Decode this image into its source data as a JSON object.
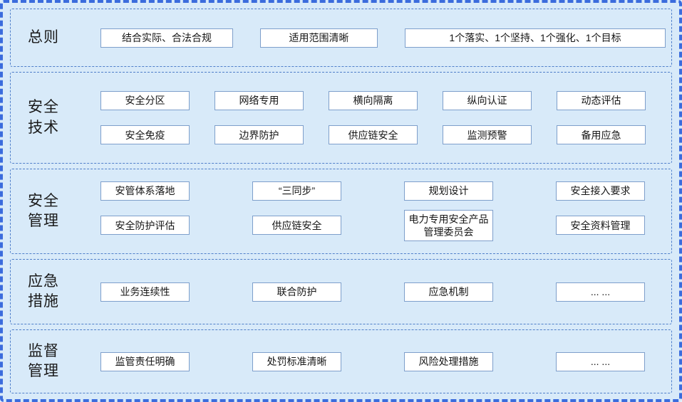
{
  "colors": {
    "panel_background": "#d8eaf9",
    "outer_border": "#3b6cdd",
    "section_border": "#4f7fca",
    "box_border": "#7e9fcb",
    "box_background": "#ffffff",
    "text": "#161616"
  },
  "sections": [
    {
      "id": "general",
      "label_lines": [
        "总则"
      ],
      "rows": [
        [
          "结合实际、合法合规",
          "适用范围清晰",
          "1个落实、1个坚持、1个强化、1个目标"
        ]
      ]
    },
    {
      "id": "security-technology",
      "label_lines": [
        "安全",
        "技术"
      ],
      "rows": [
        [
          "安全分区",
          "网络专用",
          "横向隔离",
          "纵向认证",
          "动态评估"
        ],
        [
          "安全免疫",
          "边界防护",
          "供应链安全",
          "监测预警",
          "备用应急"
        ]
      ]
    },
    {
      "id": "security-management",
      "label_lines": [
        "安全",
        "管理"
      ],
      "rows": [
        [
          "安管体系落地",
          "“三同步”",
          "规划设计",
          "安全接入要求"
        ],
        [
          "安全防护评估",
          "供应链安全",
          "电力专用安全产品管理委员会",
          "安全资料管理"
        ]
      ]
    },
    {
      "id": "emergency-measures",
      "label_lines": [
        "应急",
        "措施"
      ],
      "rows": [
        [
          "业务连续性",
          "联合防护",
          "应急机制",
          "... ..."
        ]
      ]
    },
    {
      "id": "supervision-management",
      "label_lines": [
        "监督",
        "管理"
      ],
      "rows": [
        [
          "监管责任明确",
          "处罚标准清晰",
          "风险处理措施",
          "... ..."
        ]
      ]
    }
  ]
}
